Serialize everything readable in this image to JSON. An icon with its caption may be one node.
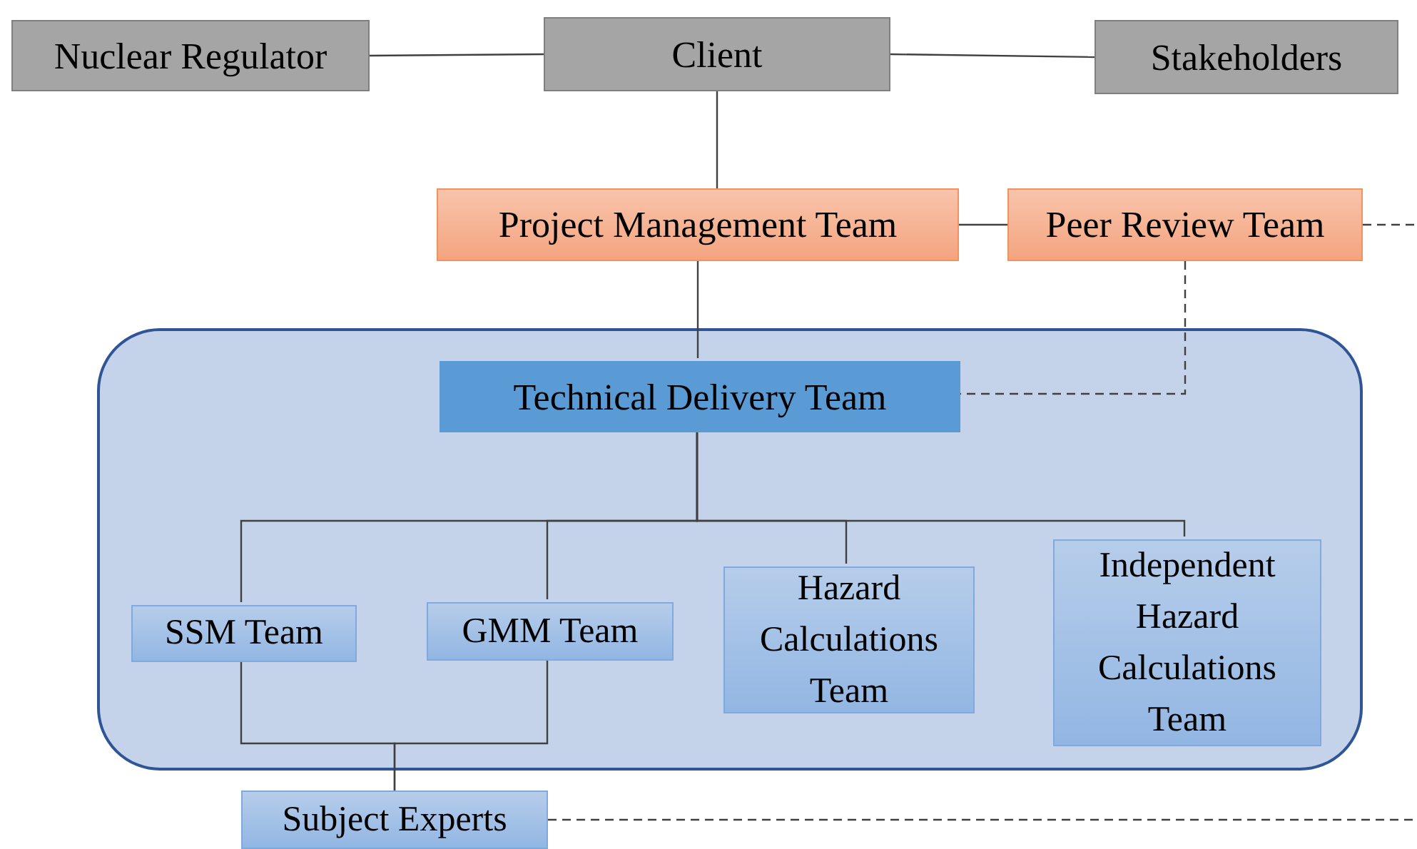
{
  "diagram": {
    "nodes": [
      {
        "text": [
          "Nuclear Regulator"
        ]
      },
      {
        "text": [
          "Client"
        ]
      },
      {
        "text": [
          "Stakeholders"
        ]
      },
      {
        "text": [
          "Project Management Team"
        ]
      },
      {
        "text": [
          "Peer Review Team"
        ]
      },
      {
        "text": [],
        "shape": "box"
      },
      {
        "text": [
          "Technical Delivery Team"
        ],
        "in": 5
      },
      {
        "text": [
          "SSM Team"
        ],
        "in": 5
      },
      {
        "text": [
          "GMM Team"
        ],
        "in": 5
      },
      {
        "text": [
          "Hazard Calculations Team"
        ],
        "in": 5
      },
      {
        "text": [
          "Independent Hazard Calculations Team"
        ],
        "in": 5
      },
      {
        "text": [
          "Subject Experts"
        ]
      }
    ],
    "edges": [
      {
        "from": 0,
        "to": 1,
        "arrow": "none"
      },
      {
        "from": 1,
        "to": 2,
        "arrow": "none"
      },
      {
        "from": 1,
        "to": 3,
        "arrow": "none"
      },
      {
        "from": 3,
        "to": 4,
        "arrow": "none"
      },
      {
        "from": 4,
        "to": null,
        "arrow": "none",
        "style": "dashed"
      },
      {
        "from": 4,
        "to": 6,
        "arrow": "none",
        "style": "dashed"
      },
      {
        "from": 3,
        "to": 6,
        "arrow": "none"
      },
      {
        "from": 6,
        "to": 7,
        "arrow": "none"
      },
      {
        "from": 6,
        "to": 8,
        "arrow": "none"
      },
      {
        "from": 6,
        "to": 9,
        "arrow": "none"
      },
      {
        "from": 6,
        "to": 10,
        "arrow": "none"
      },
      {
        "from": 7,
        "to": 11,
        "arrow": "none"
      },
      {
        "from": 8,
        "to": 11,
        "arrow": "none"
      },
      {
        "from": 11,
        "to": null,
        "arrow": "none",
        "style": "dashed"
      }
    ]
  }
}
